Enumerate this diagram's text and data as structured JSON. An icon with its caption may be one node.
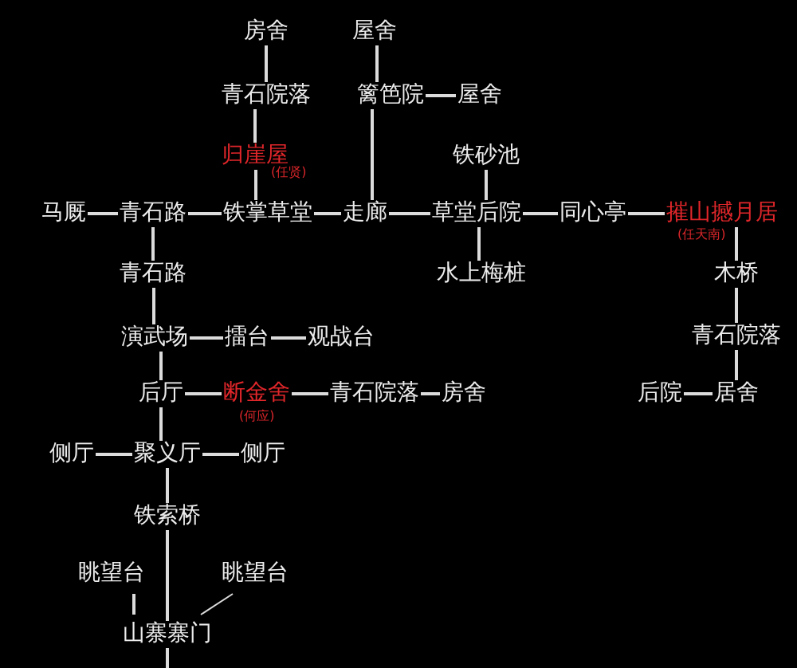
{
  "diagram": {
    "nodes": [
      {
        "text": [
          "房舍"
        ]
      },
      {
        "text": [
          "屋舍"
        ]
      },
      {
        "text": [
          "青石院落"
        ]
      },
      {
        "text": [
          "篱笆院"
        ]
      },
      {
        "text": [
          "屋舍"
        ]
      },
      {
        "text": [
          "归崖屋"
        ],
        "beside": [
          "(任贤)"
        ]
      },
      {
        "text": [
          "铁砂池"
        ]
      },
      {
        "text": [
          "马厩"
        ]
      },
      {
        "text": [
          "青石路"
        ]
      },
      {
        "text": [
          "铁掌草堂"
        ]
      },
      {
        "text": [
          "走廊"
        ]
      },
      {
        "text": [
          "草堂后院"
        ]
      },
      {
        "text": [
          "同心亭"
        ]
      },
      {
        "text": [
          "摧山撼月居"
        ],
        "beside": [
          "(任天南)"
        ]
      },
      {
        "text": [
          "青石路"
        ]
      },
      {
        "text": [
          "水上梅桩"
        ]
      },
      {
        "text": [
          "木桥"
        ]
      },
      {
        "text": [
          "演武场"
        ]
      },
      {
        "text": [
          "擂台"
        ]
      },
      {
        "text": [
          "观战台"
        ]
      },
      {
        "text": [
          "后厅"
        ]
      },
      {
        "text": [
          "断金舍"
        ],
        "beside": [
          "(何应)"
        ]
      },
      {
        "text": [
          "青石院落"
        ]
      },
      {
        "text": [
          "房舍"
        ]
      },
      {
        "text": [
          "青石院落"
        ]
      },
      {
        "text": [
          "后院"
        ]
      },
      {
        "text": [
          "居舍"
        ]
      },
      {
        "text": [
          "侧厅"
        ]
      },
      {
        "text": [
          "聚义厅"
        ]
      },
      {
        "text": [
          "侧厅"
        ]
      },
      {
        "text": [
          "铁索桥"
        ]
      },
      {
        "text": [
          "眺望台"
        ]
      },
      {
        "text": [
          "眺望台"
        ]
      },
      {
        "text": [
          "山寨寨门"
        ]
      }
    ],
    "edges": [
      {
        "from": 0,
        "to": 2,
        "arrow": "none"
      },
      {
        "from": 2,
        "to": 5,
        "arrow": "none"
      },
      {
        "from": 5,
        "to": 9,
        "arrow": "none"
      },
      {
        "from": 1,
        "to": 3,
        "arrow": "none"
      },
      {
        "from": 3,
        "to": 4,
        "arrow": "none"
      },
      {
        "from": 3,
        "to": 10,
        "arrow": "none"
      },
      {
        "from": 6,
        "to": 11,
        "arrow": "none"
      },
      {
        "from": 7,
        "to": 8,
        "arrow": "none"
      },
      {
        "from": 8,
        "to": 9,
        "arrow": "none"
      },
      {
        "from": 9,
        "to": 10,
        "arrow": "none"
      },
      {
        "from": 10,
        "to": 11,
        "arrow": "none"
      },
      {
        "from": 11,
        "to": 12,
        "arrow": "none"
      },
      {
        "from": 12,
        "to": 13,
        "arrow": "none"
      },
      {
        "from": 8,
        "to": 14,
        "arrow": "none"
      },
      {
        "from": 11,
        "to": 15,
        "arrow": "none"
      },
      {
        "from": 13,
        "to": 16,
        "arrow": "none"
      },
      {
        "from": 14,
        "to": 17,
        "arrow": "none"
      },
      {
        "from": 17,
        "to": 18,
        "arrow": "none"
      },
      {
        "from": 18,
        "to": 19,
        "arrow": "none"
      },
      {
        "from": 16,
        "to": 24,
        "arrow": "none"
      },
      {
        "from": 17,
        "to": 20,
        "arrow": "none"
      },
      {
        "from": 20,
        "to": 21,
        "arrow": "none"
      },
      {
        "from": 21,
        "to": 22,
        "arrow": "none"
      },
      {
        "from": 22,
        "to": 23,
        "arrow": "none"
      },
      {
        "from": 24,
        "to": 26,
        "arrow": "none"
      },
      {
        "from": 25,
        "to": 26,
        "arrow": "none"
      },
      {
        "from": 20,
        "to": 28,
        "arrow": "none"
      },
      {
        "from": 27,
        "to": 28,
        "arrow": "none"
      },
      {
        "from": 28,
        "to": 29,
        "arrow": "none"
      },
      {
        "from": 28,
        "to": 30,
        "arrow": "none"
      },
      {
        "from": 30,
        "to": 33,
        "arrow": "none"
      },
      {
        "from": 31,
        "to": 33,
        "arrow": "none"
      },
      {
        "from": 32,
        "to": 33,
        "arrow": "none"
      },
      {
        "from": 33,
        "to": null,
        "arrow": "none"
      }
    ]
  }
}
